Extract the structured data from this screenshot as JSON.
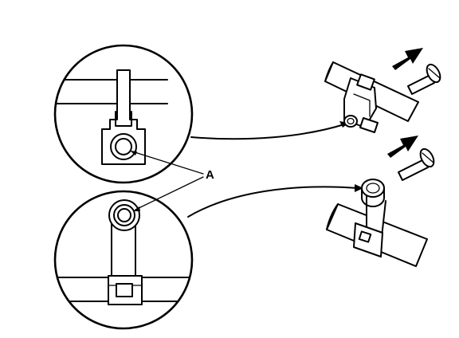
{
  "callout": {
    "label": "A"
  },
  "diagram": {
    "detail_views": 2,
    "removal_arrows": 2,
    "line_color": "#000000",
    "background": "#ffffff"
  }
}
